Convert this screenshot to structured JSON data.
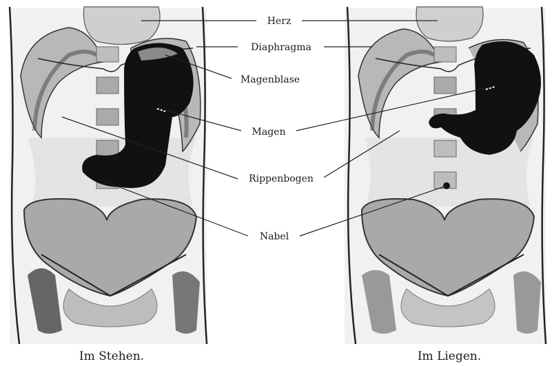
{
  "labels": {
    "herz": "Herz",
    "diaphragma": "Diaphragma",
    "magenblase": "Magenblase",
    "magen": "Magen",
    "rippenbogen": "Rippenbogen",
    "nabel": "Nabel"
  },
  "captions": {
    "standing": "Im Stehen.",
    "lying": "Im Liegen."
  }
}
